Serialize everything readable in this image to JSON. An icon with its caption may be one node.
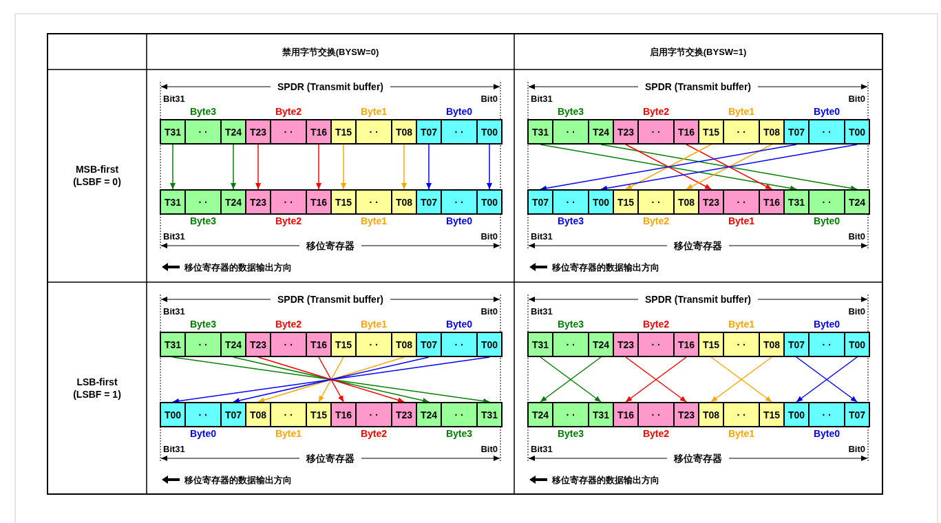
{
  "diagram": {
    "nodes": [
      {
        "text": [
          "T31"
        ]
      },
      {
        "text": [
          "· ·"
        ]
      },
      {
        "text": [
          "T24"
        ]
      },
      {
        "text": [
          "T23"
        ]
      },
      {
        "text": [
          "· ·"
        ]
      },
      {
        "text": [
          "T16"
        ]
      },
      {
        "text": [
          "T15"
        ]
      },
      {
        "text": [
          "· ·"
        ]
      },
      {
        "text": [
          "T08"
        ]
      },
      {
        "text": [
          "T07"
        ]
      },
      {
        "text": [
          "· ·"
        ]
      },
      {
        "text": [
          "T00"
        ]
      },
      {
        "text": [
          "T31"
        ]
      },
      {
        "text": [
          "· ·"
        ]
      },
      {
        "text": [
          "T24"
        ]
      },
      {
        "text": [
          "T23"
        ]
      },
      {
        "text": [
          "· ·"
        ]
      },
      {
        "text": [
          "T16"
        ]
      },
      {
        "text": [
          "T15"
        ]
      },
      {
        "text": [
          "· ·"
        ]
      },
      {
        "text": [
          "T08"
        ]
      },
      {
        "text": [
          "T07"
        ]
      },
      {
        "text": [
          "· ·"
        ]
      },
      {
        "text": [
          "T00"
        ]
      },
      {
        "text": [
          "T31"
        ]
      },
      {
        "text": [
          "· ·"
        ]
      },
      {
        "text": [
          "T24"
        ]
      },
      {
        "text": [
          "T23"
        ]
      },
      {
        "text": [
          "· ·"
        ]
      },
      {
        "text": [
          "T16"
        ]
      },
      {
        "text": [
          "T15"
        ]
      },
      {
        "text": [
          "· ·"
        ]
      },
      {
        "text": [
          "T08"
        ]
      },
      {
        "text": [
          "T07"
        ]
      },
      {
        "text": [
          "· ·"
        ]
      },
      {
        "text": [
          "T00"
        ]
      },
      {
        "text": [
          "T07"
        ]
      },
      {
        "text": [
          "· ·"
        ]
      },
      {
        "text": [
          "T00"
        ]
      },
      {
        "text": [
          "T15"
        ]
      },
      {
        "text": [
          "· ·"
        ]
      },
      {
        "text": [
          "T08"
        ]
      },
      {
        "text": [
          "T23"
        ]
      },
      {
        "text": [
          "· ·"
        ]
      },
      {
        "text": [
          "T16"
        ]
      },
      {
        "text": [
          "T31"
        ]
      },
      {
        "text": [
          "· ·"
        ]
      },
      {
        "text": [
          "T24"
        ]
      },
      {
        "text": [
          "T31"
        ]
      },
      {
        "text": [
          "· ·"
        ]
      },
      {
        "text": [
          "T24"
        ]
      },
      {
        "text": [
          "T23"
        ]
      },
      {
        "text": [
          "· ·"
        ]
      },
      {
        "text": [
          "T16"
        ]
      },
      {
        "text": [
          "T15"
        ]
      },
      {
        "text": [
          "· ·"
        ]
      },
      {
        "text": [
          "T08"
        ]
      },
      {
        "text": [
          "T07"
        ]
      },
      {
        "text": [
          "· ·"
        ]
      },
      {
        "text": [
          "T00"
        ]
      },
      {
        "text": [
          "T00"
        ]
      },
      {
        "text": [
          "· ·"
        ]
      },
      {
        "text": [
          "T07"
        ]
      },
      {
        "text": [
          "T08"
        ]
      },
      {
        "text": [
          "· ·"
        ]
      },
      {
        "text": [
          "T15"
        ]
      },
      {
        "text": [
          "T16"
        ]
      },
      {
        "text": [
          "· ·"
        ]
      },
      {
        "text": [
          "T23"
        ]
      },
      {
        "text": [
          "T24"
        ]
      },
      {
        "text": [
          "· ·"
        ]
      },
      {
        "text": [
          "T31"
        ]
      },
      {
        "text": [
          "T31"
        ]
      },
      {
        "text": [
          "· ·"
        ]
      },
      {
        "text": [
          "T24"
        ]
      },
      {
        "text": [
          "T23"
        ]
      },
      {
        "text": [
          "· ·"
        ]
      },
      {
        "text": [
          "T16"
        ]
      },
      {
        "text": [
          "T15"
        ]
      },
      {
        "text": [
          "· ·"
        ]
      },
      {
        "text": [
          "T08"
        ]
      },
      {
        "text": [
          "T07"
        ]
      },
      {
        "text": [
          "· ·"
        ]
      },
      {
        "text": [
          "T00"
        ]
      },
      {
        "text": [
          "T24"
        ]
      },
      {
        "text": [
          "· ·"
        ]
      },
      {
        "text": [
          "T31"
        ]
      },
      {
        "text": [
          "T16"
        ]
      },
      {
        "text": [
          "· ·"
        ]
      },
      {
        "text": [
          "T23"
        ]
      },
      {
        "text": [
          "T08"
        ]
      },
      {
        "text": [
          "· ·"
        ]
      },
      {
        "text": [
          "T15"
        ]
      },
      {
        "text": [
          "T00"
        ]
      },
      {
        "text": [
          "· ·"
        ]
      },
      {
        "text": [
          "T07"
        ]
      }
    ],
    "edges": [
      {
        "from": 0,
        "to": 12,
        "arrow": "to",
        "color": "#008000"
      },
      {
        "from": 2,
        "to": 14,
        "arrow": "to",
        "color": "#008000"
      },
      {
        "from": 3,
        "to": 15,
        "arrow": "to",
        "color": "#ff0000"
      },
      {
        "from": 5,
        "to": 17,
        "arrow": "to",
        "color": "#ff0000"
      },
      {
        "from": 6,
        "to": 18,
        "arrow": "to",
        "color": "#ffa500"
      },
      {
        "from": 8,
        "to": 20,
        "arrow": "to",
        "color": "#ffa500"
      },
      {
        "from": 9,
        "to": 21,
        "arrow": "to",
        "color": "#0000ff"
      },
      {
        "from": 11,
        "to": 23,
        "arrow": "to",
        "color": "#0000ff"
      },
      {
        "from": 24,
        "to": 45,
        "arrow": "to",
        "color": "#008000"
      },
      {
        "from": 26,
        "to": 47,
        "arrow": "to",
        "color": "#008000"
      },
      {
        "from": 27,
        "to": 42,
        "arrow": "to",
        "color": "#ff0000"
      },
      {
        "from": 29,
        "to": 44,
        "arrow": "to",
        "color": "#ff0000"
      },
      {
        "from": 30,
        "to": 39,
        "arrow": "to",
        "color": "#ffa500"
      },
      {
        "from": 32,
        "to": 41,
        "arrow": "to",
        "color": "#ffa500"
      },
      {
        "from": 33,
        "to": 36,
        "arrow": "to",
        "color": "#0000ff"
      },
      {
        "from": 35,
        "to": 38,
        "arrow": "to",
        "color": "#0000ff"
      },
      {
        "from": 48,
        "to": 71,
        "arrow": "to",
        "color": "#008000"
      },
      {
        "from": 50,
        "to": 69,
        "arrow": "to",
        "color": "#008000"
      },
      {
        "from": 51,
        "to": 68,
        "arrow": "to",
        "color": "#ff0000"
      },
      {
        "from": 53,
        "to": 66,
        "arrow": "to",
        "color": "#ff0000"
      },
      {
        "from": 54,
        "to": 65,
        "arrow": "to",
        "color": "#ffa500"
      },
      {
        "from": 56,
        "to": 63,
        "arrow": "to",
        "color": "#ffa500"
      },
      {
        "from": 57,
        "to": 62,
        "arrow": "to",
        "color": "#0000ff"
      },
      {
        "from": 59,
        "to": 60,
        "arrow": "to",
        "color": "#0000ff"
      },
      {
        "from": 72,
        "to": 86,
        "arrow": "to",
        "color": "#008000"
      },
      {
        "from": 74,
        "to": 84,
        "arrow": "to",
        "color": "#008000"
      },
      {
        "from": 75,
        "to": 89,
        "arrow": "to",
        "color": "#ff0000"
      },
      {
        "from": 77,
        "to": 87,
        "arrow": "to",
        "color": "#ff0000"
      },
      {
        "from": 78,
        "to": 92,
        "arrow": "to",
        "color": "#ffa500"
      },
      {
        "from": 80,
        "to": 90,
        "arrow": "to",
        "color": "#ffa500"
      },
      {
        "from": 81,
        "to": 95,
        "arrow": "to",
        "color": "#0000ff"
      },
      {
        "from": 83,
        "to": 93,
        "arrow": "to",
        "color": "#0000ff"
      }
    ],
    "labels": [
      "禁用字节交换(BYSW=0)",
      "启用字节交换(BYSW=1)",
      "MSB-first (LSBF = 0)",
      "SPDR (Transmit buffer)",
      "Bit31",
      "Bit0",
      "Byte3",
      "Byte2",
      "Byte1",
      "Byte0",
      "Byte3",
      "Byte2",
      "Byte1",
      "Byte0",
      "Bit31",
      "Bit0",
      "移位寄存器",
      "移位寄存器的数据输出方向",
      "SPDR (Transmit buffer)",
      "Bit31",
      "Bit0",
      "Byte3",
      "Byte2",
      "Byte1",
      "Byte0",
      "Byte3",
      "Byte2",
      "Byte1",
      "Byte0",
      "Bit31",
      "Bit0",
      "移位寄存器",
      "移位寄存器的数据输出方向",
      "LSB-first (LSBF = 1)",
      "SPDR (Transmit buffer)",
      "Bit31",
      "Bit0",
      "Byte3",
      "Byte2",
      "Byte1",
      "Byte0",
      "Byte0",
      "Byte1",
      "Byte2",
      "Byte3",
      "Bit31",
      "Bit0",
      "移位寄存器",
      "移位寄存器的数据输出方向",
      "SPDR (Transmit buffer)",
      "Bit31",
      "Bit0",
      "Byte3",
      "Byte2",
      "Byte1",
      "Byte0",
      "Byte3",
      "Byte2",
      "Byte1",
      "Byte0",
      "Bit31",
      "Bit0",
      "移位寄存器",
      "移位寄存器的数据输出方向"
    ]
  }
}
